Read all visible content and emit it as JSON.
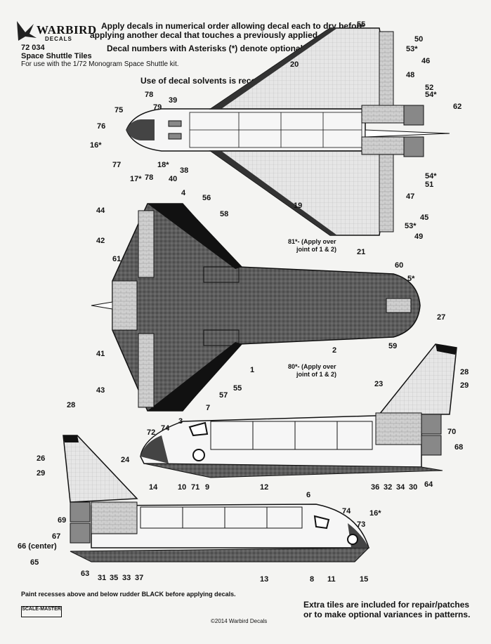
{
  "brand": {
    "name": "WARBIRD",
    "sub": "DECALS"
  },
  "product": {
    "code": "72 034",
    "title": "Space Shuttle Tiles",
    "subtitle": "For use with the 1/72 Monogram Space Shuttle kit."
  },
  "instructions": {
    "line1": "Apply decals in numerical order allowing decal each to dry before",
    "line2": "applying another decal that touches a previously applied one.",
    "line3": "Decal numbers with Asterisks (*) denote optional decals.",
    "line4": "Use of decal solvents is recommended."
  },
  "callouts_top": [
    "75",
    "76",
    "16*",
    "77",
    "17*",
    "78",
    "79",
    "78",
    "18*",
    "39",
    "40",
    "38",
    "20",
    "19",
    "55",
    "50",
    "53*",
    "46",
    "48",
    "52",
    "54*",
    "62",
    "54*",
    "51",
    "47",
    "45",
    "53*",
    "49",
    "21"
  ],
  "callouts_bottom_view": [
    "44",
    "42",
    "61",
    "41",
    "43",
    "4",
    "56",
    "58",
    "3",
    "57",
    "55",
    "1",
    "2",
    "60",
    "5*",
    "59"
  ],
  "notes": {
    "n81": "81*- (Apply over",
    "n81b": "joint of 1 & 2)",
    "n80": "80*- (Apply over",
    "n80b": "joint of 1 & 2)"
  },
  "callouts_side_right": [
    "27",
    "28",
    "23",
    "29",
    "7",
    "72",
    "74",
    "70",
    "68",
    "14",
    "10",
    "71",
    "9",
    "12",
    "36",
    "32",
    "34",
    "30",
    "64"
  ],
  "callouts_side_left": [
    "28",
    "26",
    "24",
    "29",
    "6",
    "74",
    "16*",
    "73",
    "69",
    "67",
    "66 (center)",
    "65",
    "63",
    "31",
    "35",
    "33",
    "37",
    "13",
    "8",
    "11",
    "15"
  ],
  "footer": {
    "paint_note": "Paint recesses above and below rudder BLACK before applying decals.",
    "extra1": "Extra tiles are included for repair/patches",
    "extra2": "or to make optional variances in patterns.",
    "copyright": "©2014 Warbird Decals",
    "scale_master": "SCALE-MASTER"
  },
  "colors": {
    "tile_dark": "#5a5a5a",
    "tile_light": "#dcdcdc",
    "outline": "#111111",
    "accent_red": "#d8432a"
  }
}
